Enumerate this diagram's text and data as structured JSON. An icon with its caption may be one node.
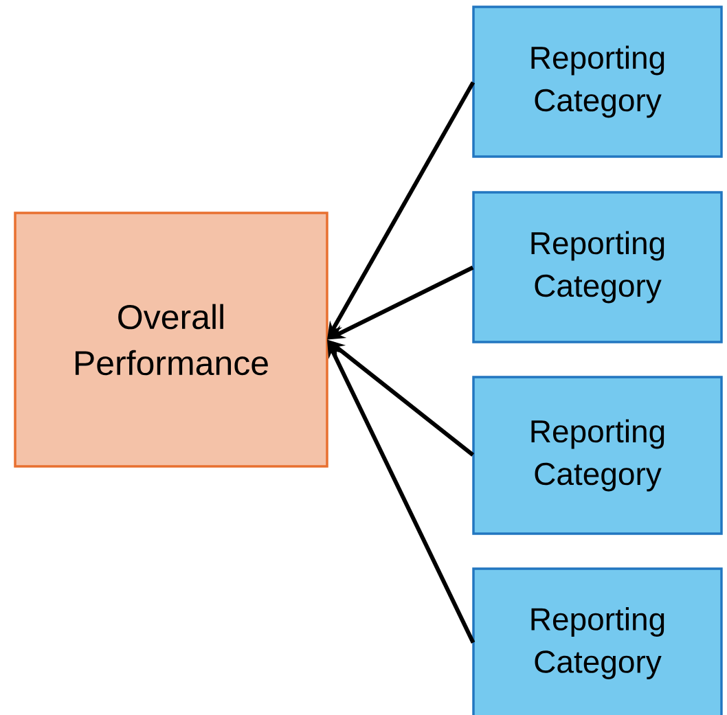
{
  "diagram": {
    "nodes": [
      {
        "text": [
          "Overall Performance"
        ]
      },
      {
        "text": [
          "Reporting Category"
        ]
      },
      {
        "text": [
          "Reporting Category"
        ]
      },
      {
        "text": [
          "Reporting Category"
        ]
      },
      {
        "text": [
          "Reporting Category"
        ]
      }
    ],
    "edges": [
      {
        "from": 1,
        "to": 0,
        "arrow": "to"
      },
      {
        "from": 2,
        "to": 0,
        "arrow": "to"
      },
      {
        "from": 3,
        "to": 0,
        "arrow": "to"
      },
      {
        "from": 4,
        "to": 0,
        "arrow": "to"
      }
    ]
  }
}
